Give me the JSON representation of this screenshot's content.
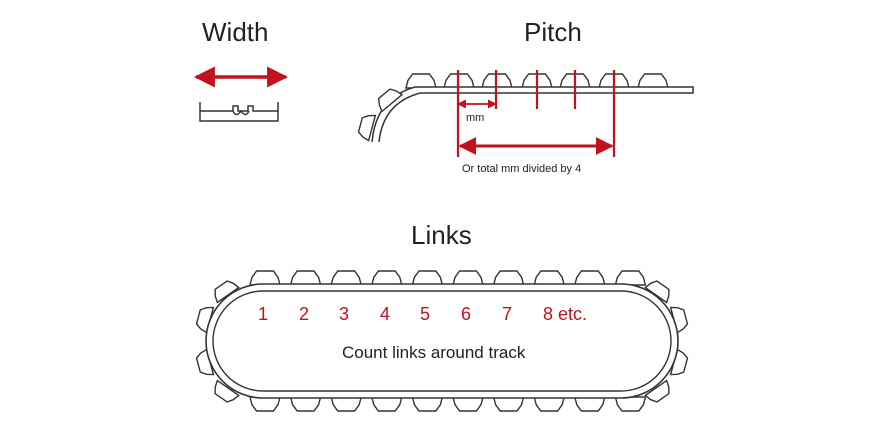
{
  "width_section": {
    "title": "Width"
  },
  "pitch_section": {
    "title": "Pitch",
    "unit_label": "mm",
    "total_note": "Or total mm divided by 4"
  },
  "links_section": {
    "title": "Links",
    "link_numbers": [
      "1",
      "2",
      "3",
      "4",
      "5",
      "6",
      "7",
      "8 etc."
    ],
    "instruction": "Count links around track"
  },
  "colors": {
    "accent": "#c1121f",
    "line": "#333333",
    "fill": "#ffffff"
  }
}
